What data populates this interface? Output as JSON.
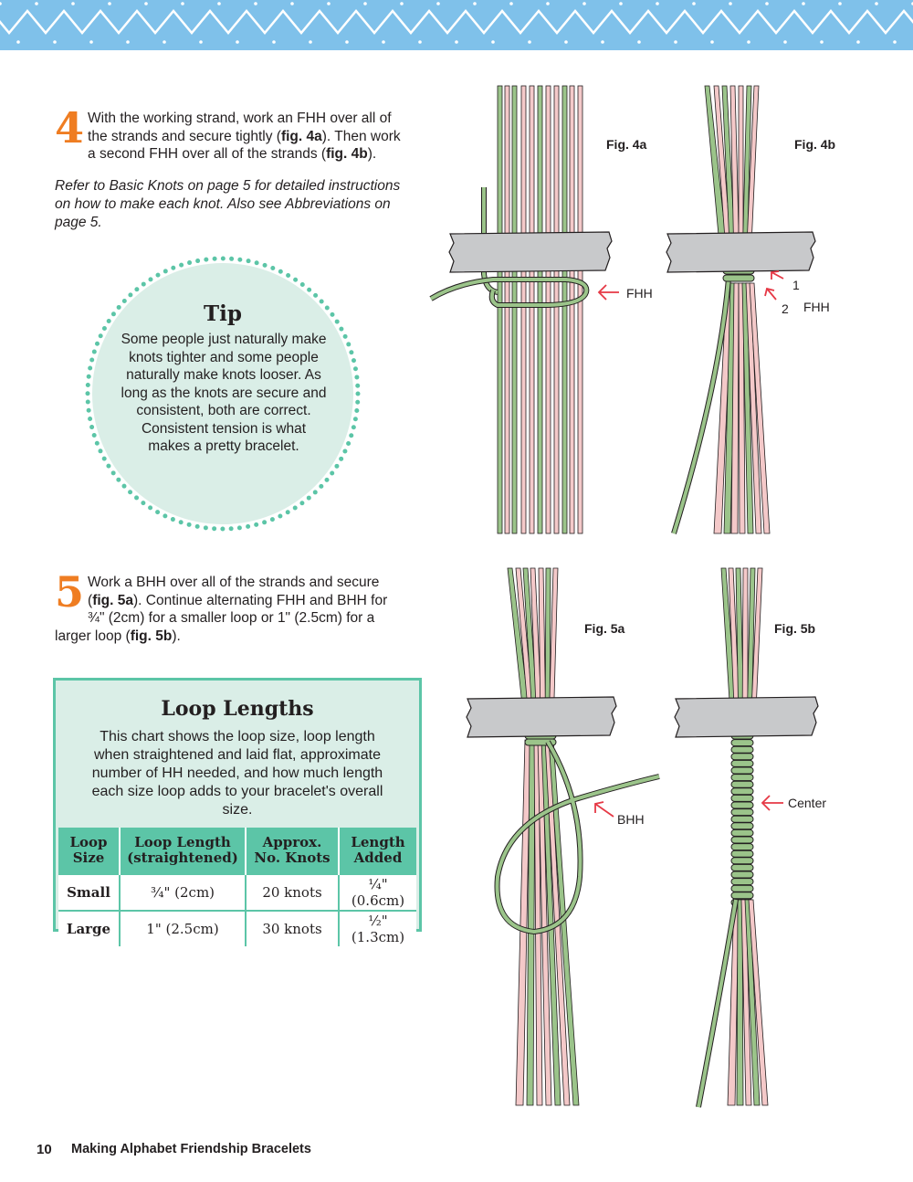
{
  "step4": {
    "number": "4",
    "text_a": "With the working strand, work an FHH over all of the strands and secure tightly (",
    "ref_a": "fig. 4a",
    "text_b": "). Then work a second FHH over all of the strands (",
    "ref_b": "fig. 4b",
    "text_c": ")."
  },
  "note": "Refer to Basic Knots on page 5 for detailed instructions on how to make each knot. Also see Abbreviations on page 5.",
  "tip": {
    "title": "Tip",
    "body": "Some people just naturally make knots tighter and some people naturally make knots looser. As long as the knots are secure and consistent, both are correct. Consistent tension is what makes a pretty bracelet."
  },
  "step5": {
    "number": "5",
    "text_a": "Work a BHH over all of the strands and secure (",
    "ref_a": "fig. 5a",
    "text_b": "). Continue alternating FHH and BHH for ¾\" (2cm) for a smaller loop or 1\" (2.5cm) for a larger loop (",
    "ref_b": "fig. 5b",
    "text_c": ")."
  },
  "loop_lengths": {
    "title": "Loop Lengths",
    "intro": "This chart shows the loop size, loop length when straightened and laid flat, approximate number of HH needed, and how much length each size loop adds to your bracelet's overall size.",
    "headers": [
      {
        "line1": "Loop",
        "line2": "Size"
      },
      {
        "line1": "Loop Length",
        "line2": "(straightened)"
      },
      {
        "line1": "Approx.",
        "line2": "No. Knots"
      },
      {
        "line1": "Length",
        "line2": "Added"
      }
    ],
    "rows": [
      [
        "Small",
        "¾\" (2cm)",
        "20 knots",
        "¼\" (0.6cm)"
      ],
      [
        "Large",
        "1\" (2.5cm)",
        "30 knots",
        "½\" (1.3cm)"
      ]
    ]
  },
  "figures": {
    "fig4a": {
      "label": "Fig. 4a",
      "callout": "FHH"
    },
    "fig4b": {
      "label": "Fig. 4b",
      "callout_1": "1",
      "callout_2": "2",
      "callout": "FHH"
    },
    "fig5a": {
      "label": "Fig. 5a",
      "callout": "BHH"
    },
    "fig5b": {
      "label": "Fig. 5b",
      "callout": "Center"
    }
  },
  "footer": {
    "page": "10",
    "book_title": "Making Alphabet Friendship Bracelets"
  },
  "colors": {
    "banner": "#7fc1ea",
    "accent": "#ef7d22",
    "teal": "#5cc5a7",
    "mint": "#daeee7",
    "green_strand": "#9bc48a",
    "pink_strand": "#f4c9c9",
    "tape": "#c8c9cb",
    "arrow": "#e63946"
  }
}
